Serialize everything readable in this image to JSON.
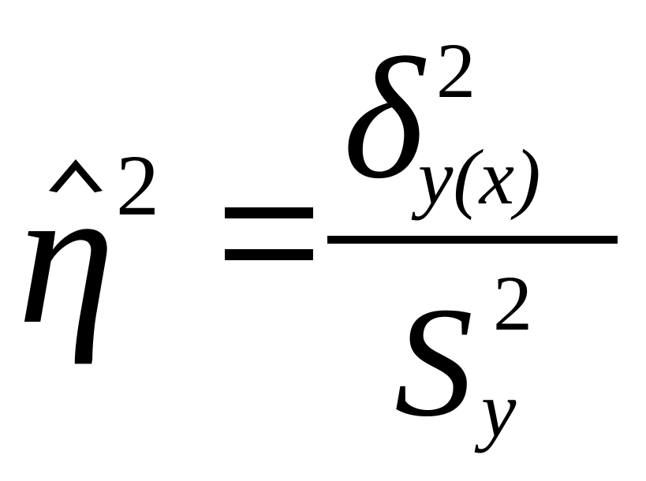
{
  "formula": {
    "lhs": {
      "symbol": "η",
      "exponent": "2"
    },
    "operator": "=",
    "numerator": {
      "symbol": "δ",
      "exponent": "2",
      "subscript": "y(x)"
    },
    "denominator": {
      "symbol": "S",
      "exponent": "2",
      "subscript": "y"
    }
  }
}
